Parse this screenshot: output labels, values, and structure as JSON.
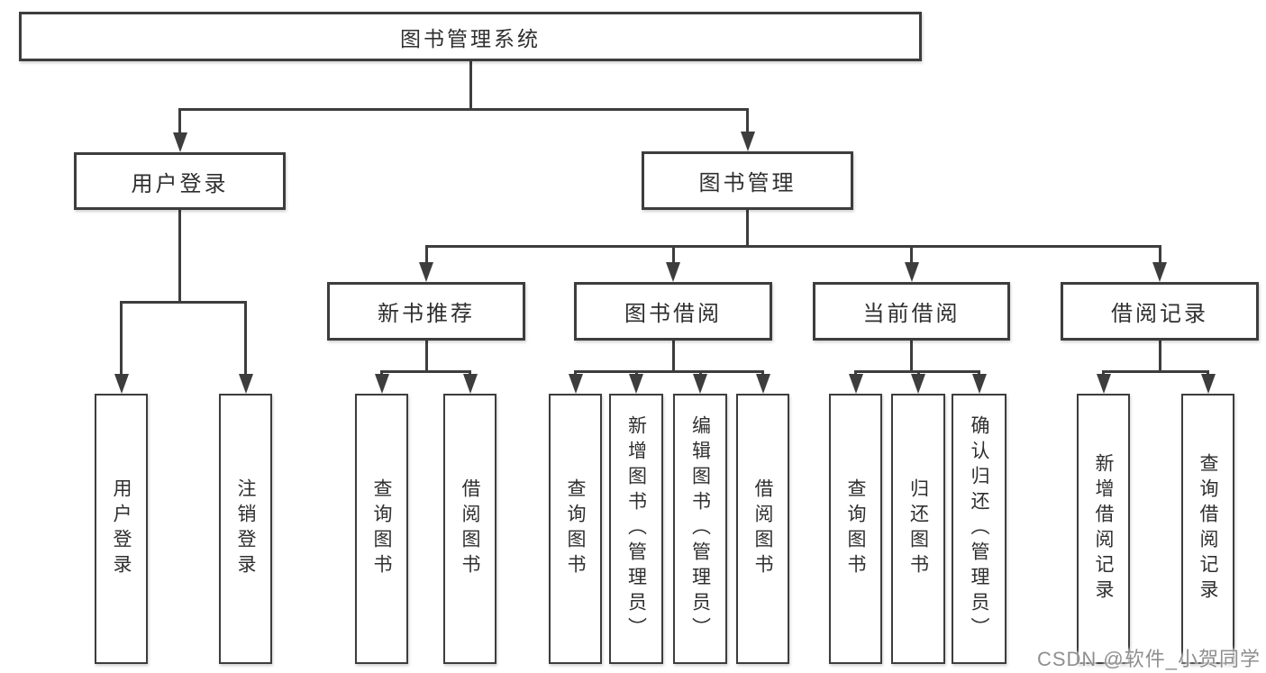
{
  "diagram": {
    "type": "hierarchy-chart",
    "title": "图书管理系统",
    "watermark": "CSDN @软件_小贺同学",
    "colors": {
      "box_border": "#3d3d3d",
      "connector_line": "#3d3d3d",
      "text": "#2f2f2f",
      "watermark_text": "#8f8f8f",
      "background": "#ffffff"
    },
    "nodes": [
      {
        "id": "root",
        "label": "图书管理系统",
        "parent": null
      },
      {
        "id": "user-login",
        "label": "用户登录",
        "parent": "root"
      },
      {
        "id": "book-mgmt",
        "label": "图书管理",
        "parent": "root"
      },
      {
        "id": "new-book-rec",
        "label": "新书推荐",
        "parent": "book-mgmt"
      },
      {
        "id": "book-borrow",
        "label": "图书借阅",
        "parent": "book-mgmt"
      },
      {
        "id": "current-borrow",
        "label": "当前借阅",
        "parent": "book-mgmt"
      },
      {
        "id": "borrow-records",
        "label": "借阅记录",
        "parent": "book-mgmt"
      },
      {
        "id": "leaf-user-login",
        "label": "用户登录",
        "parent": "user-login"
      },
      {
        "id": "leaf-logout",
        "label": "注销登录",
        "parent": "user-login"
      },
      {
        "id": "leaf-query-books-1",
        "label": "查询图书",
        "parent": "new-book-rec"
      },
      {
        "id": "leaf-borrow-books-1",
        "label": "借阅图书",
        "parent": "new-book-rec"
      },
      {
        "id": "leaf-query-books-2",
        "label": "查询图书",
        "parent": "book-borrow"
      },
      {
        "id": "leaf-add-book",
        "label": "新增图书（管理员）",
        "parent": "book-borrow"
      },
      {
        "id": "leaf-edit-book",
        "label": "编辑图书（管理员）",
        "parent": "book-borrow"
      },
      {
        "id": "leaf-borrow-books-2",
        "label": "借阅图书",
        "parent": "book-borrow"
      },
      {
        "id": "leaf-query-books-3",
        "label": "查询图书",
        "parent": "current-borrow"
      },
      {
        "id": "leaf-return-book",
        "label": "归还图书",
        "parent": "current-borrow"
      },
      {
        "id": "leaf-confirm-return",
        "label": "确认归还（管理员）",
        "parent": "current-borrow"
      },
      {
        "id": "leaf-add-borrow-record",
        "label": "新增借阅记录",
        "parent": "borrow-records"
      },
      {
        "id": "leaf-query-borrow-record",
        "label": "查询借阅记录",
        "parent": "borrow-records"
      }
    ]
  }
}
